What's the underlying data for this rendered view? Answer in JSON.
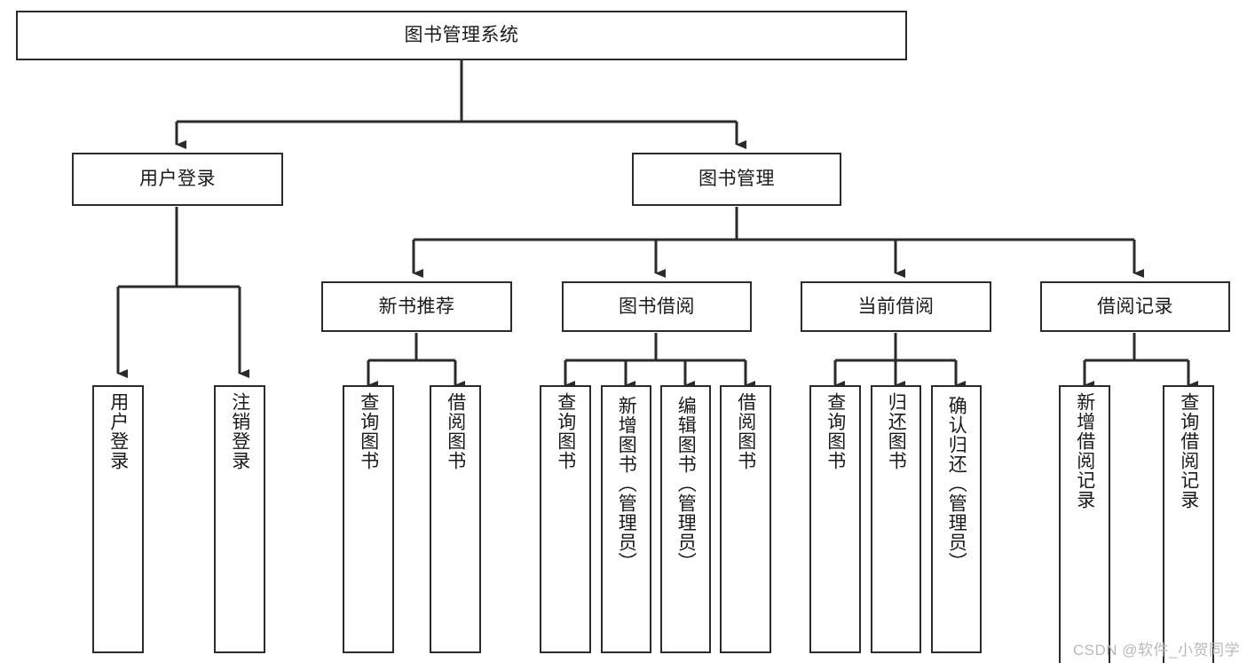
{
  "diagram": {
    "type": "tree-hierarchy-chart",
    "title": "图书管理系统",
    "background_color": "#ffffff",
    "line_color": "#2b2b2b",
    "text_color": "#1a1a1a",
    "root": {
      "label": "图书管理系统"
    },
    "level1": [
      {
        "label": "用户登录"
      },
      {
        "label": "图书管理"
      }
    ],
    "level2": [
      {
        "label": "新书推荐"
      },
      {
        "label": "图书借阅"
      },
      {
        "label": "当前借阅"
      },
      {
        "label": "借阅记录"
      }
    ],
    "leaves": {
      "user_login": [
        {
          "label": "用户登录"
        },
        {
          "label": "注销登录"
        }
      ],
      "new_book_recommend": [
        {
          "label": "查询图书"
        },
        {
          "label": "借阅图书"
        }
      ],
      "book_borrow": [
        {
          "label": "查询图书"
        },
        {
          "label": "新增图书（管理员）"
        },
        {
          "label": "编辑图书（管理员）"
        },
        {
          "label": "借阅图书"
        }
      ],
      "current_borrow": [
        {
          "label": "查询图书"
        },
        {
          "label": "归还图书"
        },
        {
          "label": "确认归还（管理员）"
        }
      ],
      "borrow_record": [
        {
          "label": "新增借阅记录"
        },
        {
          "label": "查询借阅记录"
        }
      ]
    }
  },
  "watermark": {
    "text": "CSDN @软件_小贺同学"
  }
}
